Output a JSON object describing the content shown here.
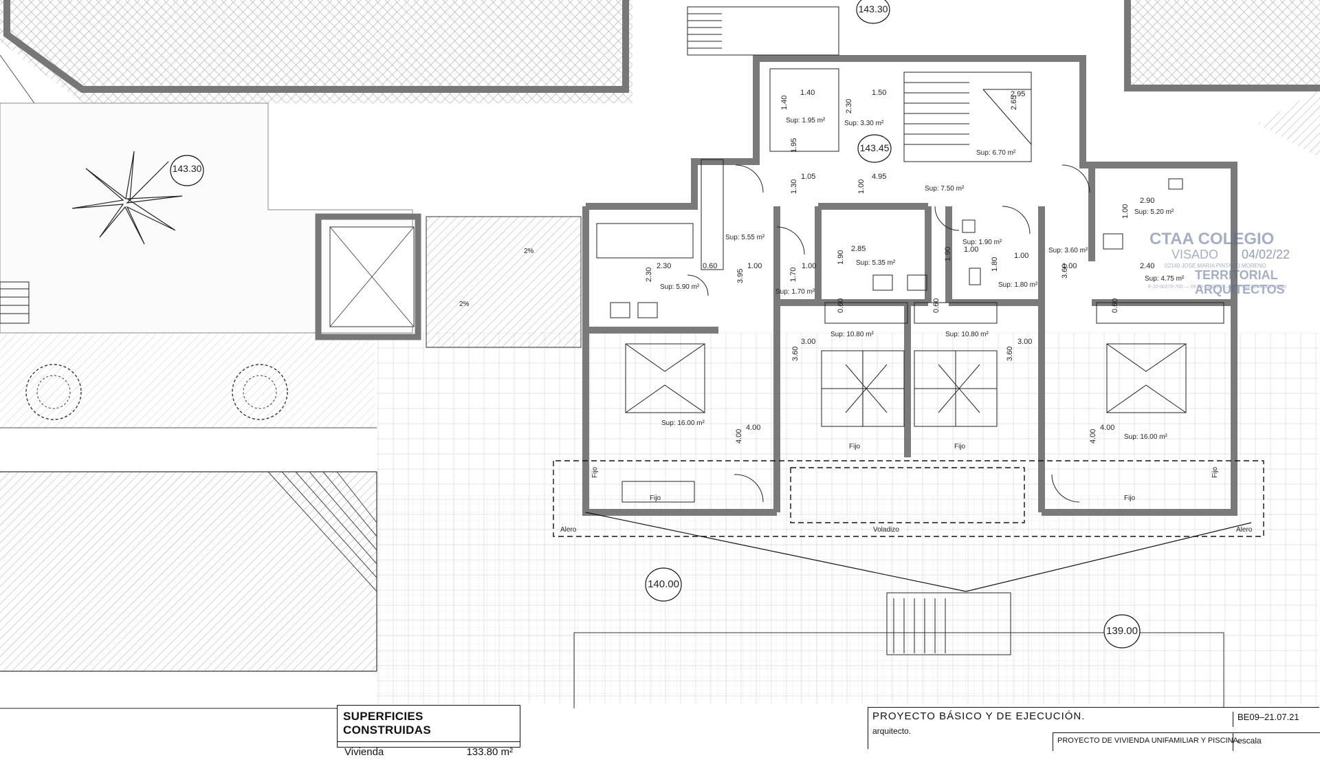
{
  "levels": {
    "top_center": "143.30",
    "top_left": "143.30",
    "landing": "143.45",
    "terrace": "140.00",
    "lower_right": "139.00"
  },
  "rooms": {
    "lift": "Sup: 1.95 m²",
    "landing": "Sup: 3.30 m²",
    "stair": "Sup: 6.70 m²",
    "hall": "Sup: 7.50 m²",
    "dress_left": "Sup: 5.55 m²",
    "bath_left": "Sup: 5.90 m²",
    "pass_left": "Sup: 1.70 m²",
    "bath_center": "Sup: 5.35 m²",
    "wc": "Sup: 1.90 m²",
    "pass_right": "Sup: 1.80 m²",
    "hall_right": "Sup: 3.60 m²",
    "bath_right": "Sup: 5.20 m²",
    "dress_right": "Sup: 4.75 m²",
    "bed_c_left": "Sup: 10.80 m²",
    "bed_c_right": "Sup: 10.80 m²",
    "bed_left": "Sup: 16.00 m²",
    "bed_right": "Sup: 16.00 m²"
  },
  "dims": {
    "d140": "1.40",
    "d140v": "1.40",
    "d150": "1.50",
    "d230": "2.30",
    "d195": "1.95",
    "d265": "2.65",
    "d295": "2.95",
    "d130": "1.30",
    "d105": "1.05",
    "d100a": "1.00",
    "d495": "4.95",
    "d230b": "2.30",
    "d230c": "2.30",
    "d060": "0.60",
    "d395": "3.95",
    "d100b": "1.00",
    "d170": "1.70",
    "d100c": "1.00",
    "d285": "2.85",
    "d190": "1.90",
    "d190b": "1.90",
    "d100d": "1.00",
    "d180": "1.80",
    "d100e": "1.00",
    "d290": "2.90",
    "d100f": "1.00",
    "d360": "3.60",
    "d100g": "1.00",
    "d240": "2.40",
    "d060b": "0.60",
    "d060c": "0.60",
    "d060d": "0.60",
    "d300a": "3.00",
    "d360b": "3.60",
    "d300b": "3.00",
    "d360c": "3.60",
    "d400a": "4.00",
    "d400b": "4.00",
    "d400c": "4.00",
    "d400d": "4.00"
  },
  "labels": {
    "fijo1": "Fijo",
    "fijo2": "Fijo",
    "fijo3": "Fijo",
    "fijo4": "Fijo",
    "fijo5": "Fijo",
    "fijo6": "Fijo",
    "alero_left": "Alero",
    "alero_right": "Alero",
    "voladizo": "Voladizo",
    "slope1": "2%",
    "slope2": "2%"
  },
  "stamp": {
    "org": "CTAA COLEGIO",
    "visado": "VISADO",
    "date": "04/02/22",
    "arch_line": "02149 JOSE MARIA PINTADO MORENO",
    "sub": "TERRITORIAL ARQUITECTOS",
    "codes": "E-22-00270-700 — 09-04-22/00270 — E22-00270/34-001-06320"
  },
  "superficies": {
    "title": "SUPERFICIES CONSTRUIDAS",
    "row_label": "Vivienda",
    "row_value": "133.80 m²"
  },
  "cartouche": {
    "project": "PROYECTO BÁSICO Y DE EJECUCIÓN.",
    "code": "BE09–21.07.21",
    "arquitecto": "arquitecto.",
    "description": "PROYECTO DE VIVIENDA UNIFAMILIAR Y PISCINA.",
    "escala": "escala"
  },
  "colors": {
    "wall": "#7a7a7a",
    "hatch": "#9a9a9a",
    "line": "#222222",
    "stamp": "#5a6f9a"
  }
}
